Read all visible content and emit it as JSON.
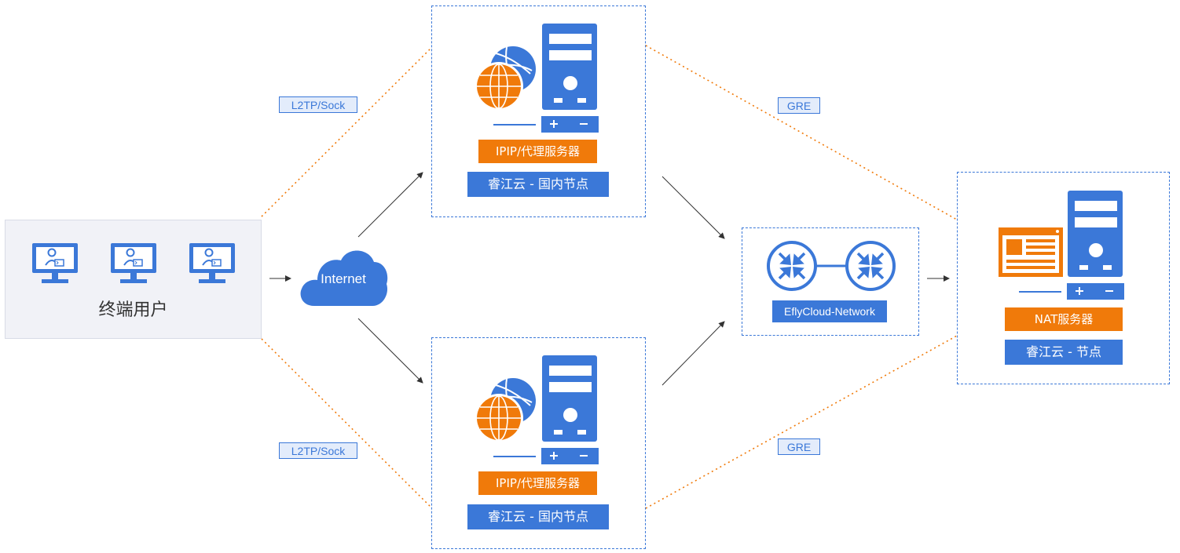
{
  "end_users": {
    "label": "终端用户"
  },
  "internet": {
    "label": "Internet"
  },
  "protocols": {
    "top_left": "L2TP/Sock",
    "bottom_left": "L2TP/Sock",
    "top_right": "GRE",
    "bottom_right": "GRE"
  },
  "proxy_top": {
    "role": "IPIP/代理服务器",
    "node": "睿江云 - 国内节点"
  },
  "proxy_bottom": {
    "role": "IPIP/代理服务器",
    "node": "睿江云 - 国内节点"
  },
  "network": {
    "label": "EflyCloud-Network"
  },
  "nat": {
    "role": "NAT服务器",
    "node": "睿江云 - 节点"
  },
  "colors": {
    "blue": "#3b78d8",
    "orange": "#f07a0a",
    "panel": "#f1f2f7"
  }
}
